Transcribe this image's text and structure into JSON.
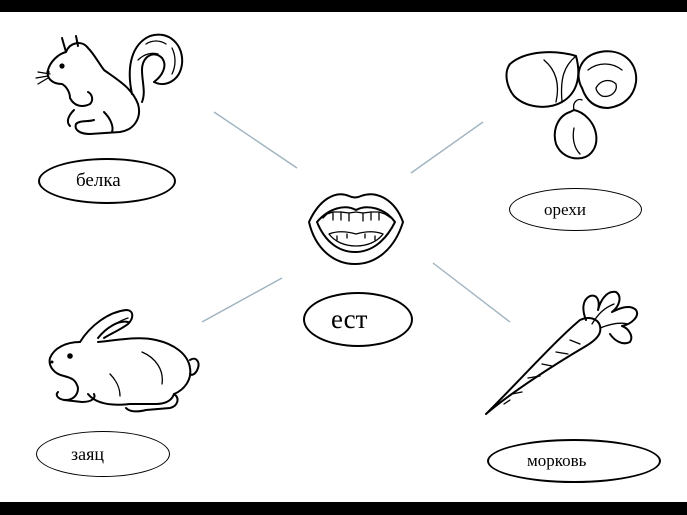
{
  "words": {
    "squirrel": "белка",
    "nuts": "орехи",
    "eats": "ест",
    "hare": "заяц",
    "carrot": "морковь"
  },
  "colors": {
    "line": "#9fb3bf",
    "outline": "#000000",
    "background": "#ffffff",
    "frame": "#000000"
  },
  "icons": [
    "squirrel-icon",
    "nuts-icon",
    "mouth-icon",
    "hare-icon",
    "carrot-icon"
  ]
}
